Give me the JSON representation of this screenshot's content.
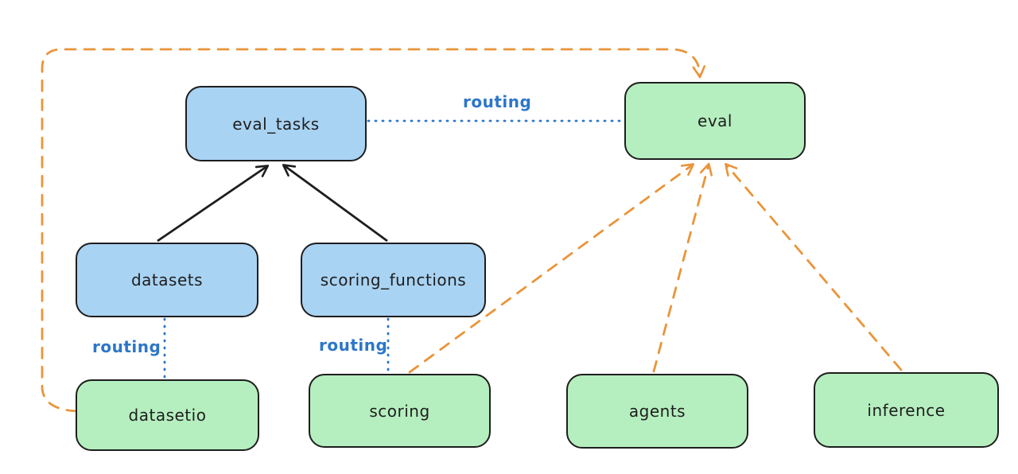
{
  "colors": {
    "registry_fill": "#a9d3f3",
    "provider_fill": "#b6efbf",
    "node_border": "#1e1e1e",
    "routing_blue": "#2d76c9",
    "dependency_orange": "#e9953a",
    "arrow_black": "#1e1e1e",
    "background": "#ffffff"
  },
  "nodes": [
    {
      "id": "eval_tasks",
      "label": "eval_tasks",
      "kind": "registry-blue"
    },
    {
      "id": "eval",
      "label": "eval",
      "kind": "provider-green"
    },
    {
      "id": "datasets",
      "label": "datasets",
      "kind": "registry-blue"
    },
    {
      "id": "scoring_functions",
      "label": "scoring_functions",
      "kind": "registry-blue"
    },
    {
      "id": "datasetio",
      "label": "datasetio",
      "kind": "provider-green"
    },
    {
      "id": "scoring",
      "label": "scoring",
      "kind": "provider-green"
    },
    {
      "id": "agents",
      "label": "agents",
      "kind": "provider-green"
    },
    {
      "id": "inference",
      "label": "inference",
      "kind": "provider-green"
    }
  ],
  "edge_labels": {
    "routing_top": "routing",
    "routing_left": "routing",
    "routing_middle": "routing"
  },
  "edges": [
    {
      "from": "datasets",
      "to": "eval_tasks",
      "style": "solid-black-arrow",
      "label": ""
    },
    {
      "from": "scoring_functions",
      "to": "eval_tasks",
      "style": "solid-black-arrow",
      "label": ""
    },
    {
      "from": "eval_tasks",
      "to": "eval",
      "style": "dotted-blue",
      "label": "routing"
    },
    {
      "from": "datasets",
      "to": "datasetio",
      "style": "dotted-blue",
      "label": "routing"
    },
    {
      "from": "scoring_functions",
      "to": "scoring",
      "style": "dotted-blue",
      "label": "routing"
    },
    {
      "from": "scoring",
      "to": "eval",
      "style": "dashed-orange-arrow",
      "label": ""
    },
    {
      "from": "agents",
      "to": "eval",
      "style": "dashed-orange-arrow",
      "label": ""
    },
    {
      "from": "inference",
      "to": "eval",
      "style": "dashed-orange-arrow",
      "label": ""
    },
    {
      "from": "datasetio",
      "to": "eval",
      "style": "dashed-orange-arrow-loop",
      "label": ""
    }
  ]
}
